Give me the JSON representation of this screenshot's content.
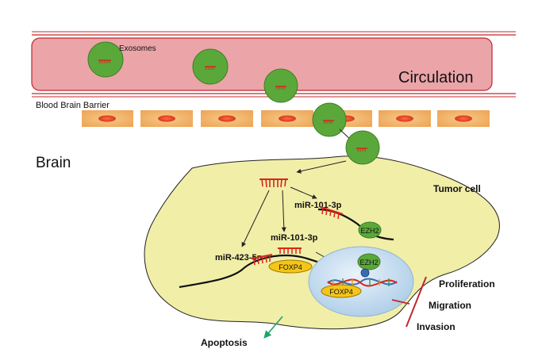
{
  "labels": {
    "exosomes": "Exosomes",
    "circulation": "Circulation",
    "bbb": "Blood Brain Barrier",
    "brain": "Brain",
    "tumor_cell": "Tumor cell",
    "mir101_top": "miR-101-3p",
    "mir101_mid": "miR-101-3p",
    "mir423": "miR-423-5p",
    "ezh2_cyto": "EZH2",
    "ezh2_nuc": "EZH2",
    "foxp4_cyto": "FOXP4",
    "foxp4_nuc": "FOXP4",
    "proliferation": "Proliferation",
    "migration": "Migration",
    "invasion": "Invasion",
    "apoptosis": "Apoptosis"
  },
  "colors": {
    "vessel_fill": "#eba4a8",
    "vessel_stroke": "#c0282f",
    "exosome": "#5aa83a",
    "cell_fill": "#f1eea8",
    "endothelial": "#f3b86a",
    "nucleus_core": "#e2402a",
    "tumor_nucleus": "#b9d6ec",
    "protein_fill": "#f5c518",
    "mirna": "#d8261c",
    "inhibit": "#c0282f",
    "apoptosis_arrow": "#1ea36a"
  }
}
